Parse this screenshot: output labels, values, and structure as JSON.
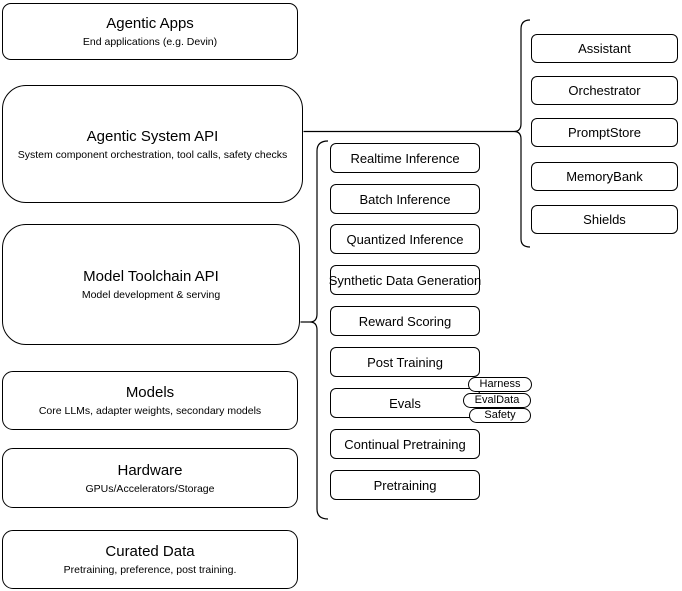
{
  "colors": {
    "stroke": "#000000",
    "background": "#ffffff",
    "text": "#000000"
  },
  "left_stack": [
    {
      "title": "Agentic Apps",
      "subtitle": "End applications (e.g. Devin)"
    },
    {
      "title": "Agentic System API",
      "subtitle": "System component orchestration, tool calls, safety checks"
    },
    {
      "title": "Model Toolchain API",
      "subtitle": "Model development & serving"
    },
    {
      "title": "Models",
      "subtitle": "Core LLMs, adapter weights, secondary models"
    },
    {
      "title": "Hardware",
      "subtitle": "GPUs/Accelerators/Storage"
    },
    {
      "title": "Curated Data",
      "subtitle": "Pretraining, preference, post training."
    }
  ],
  "toolchain_items": [
    "Realtime Inference",
    "Batch Inference",
    "Quantized Inference",
    "Synthetic Data Generation",
    "Reward Scoring",
    "Post Training",
    "Evals",
    "Continual Pretraining",
    "Pretraining"
  ],
  "evals_tags": [
    "Harness",
    "EvalData",
    "Safety"
  ],
  "system_components": [
    "Assistant",
    "Orchestrator",
    "PromptStore",
    "MemoryBank",
    "Shields"
  ]
}
